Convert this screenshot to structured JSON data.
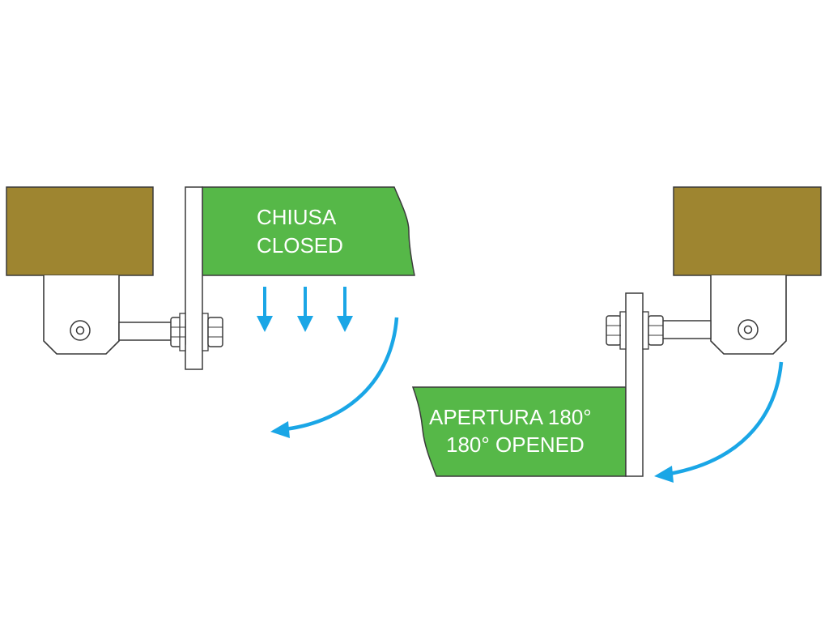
{
  "closed_label": {
    "line1": "CHIUSA",
    "line2": "CLOSED"
  },
  "opened_label": {
    "line1": "APERTURA 180°",
    "line2": "180° OPENED"
  },
  "colors": {
    "post": "#9e8530",
    "gate": "#56b848",
    "arrow": "#1aa6e6",
    "outline": "#3a3a3a",
    "hardware": "#ffffff"
  }
}
